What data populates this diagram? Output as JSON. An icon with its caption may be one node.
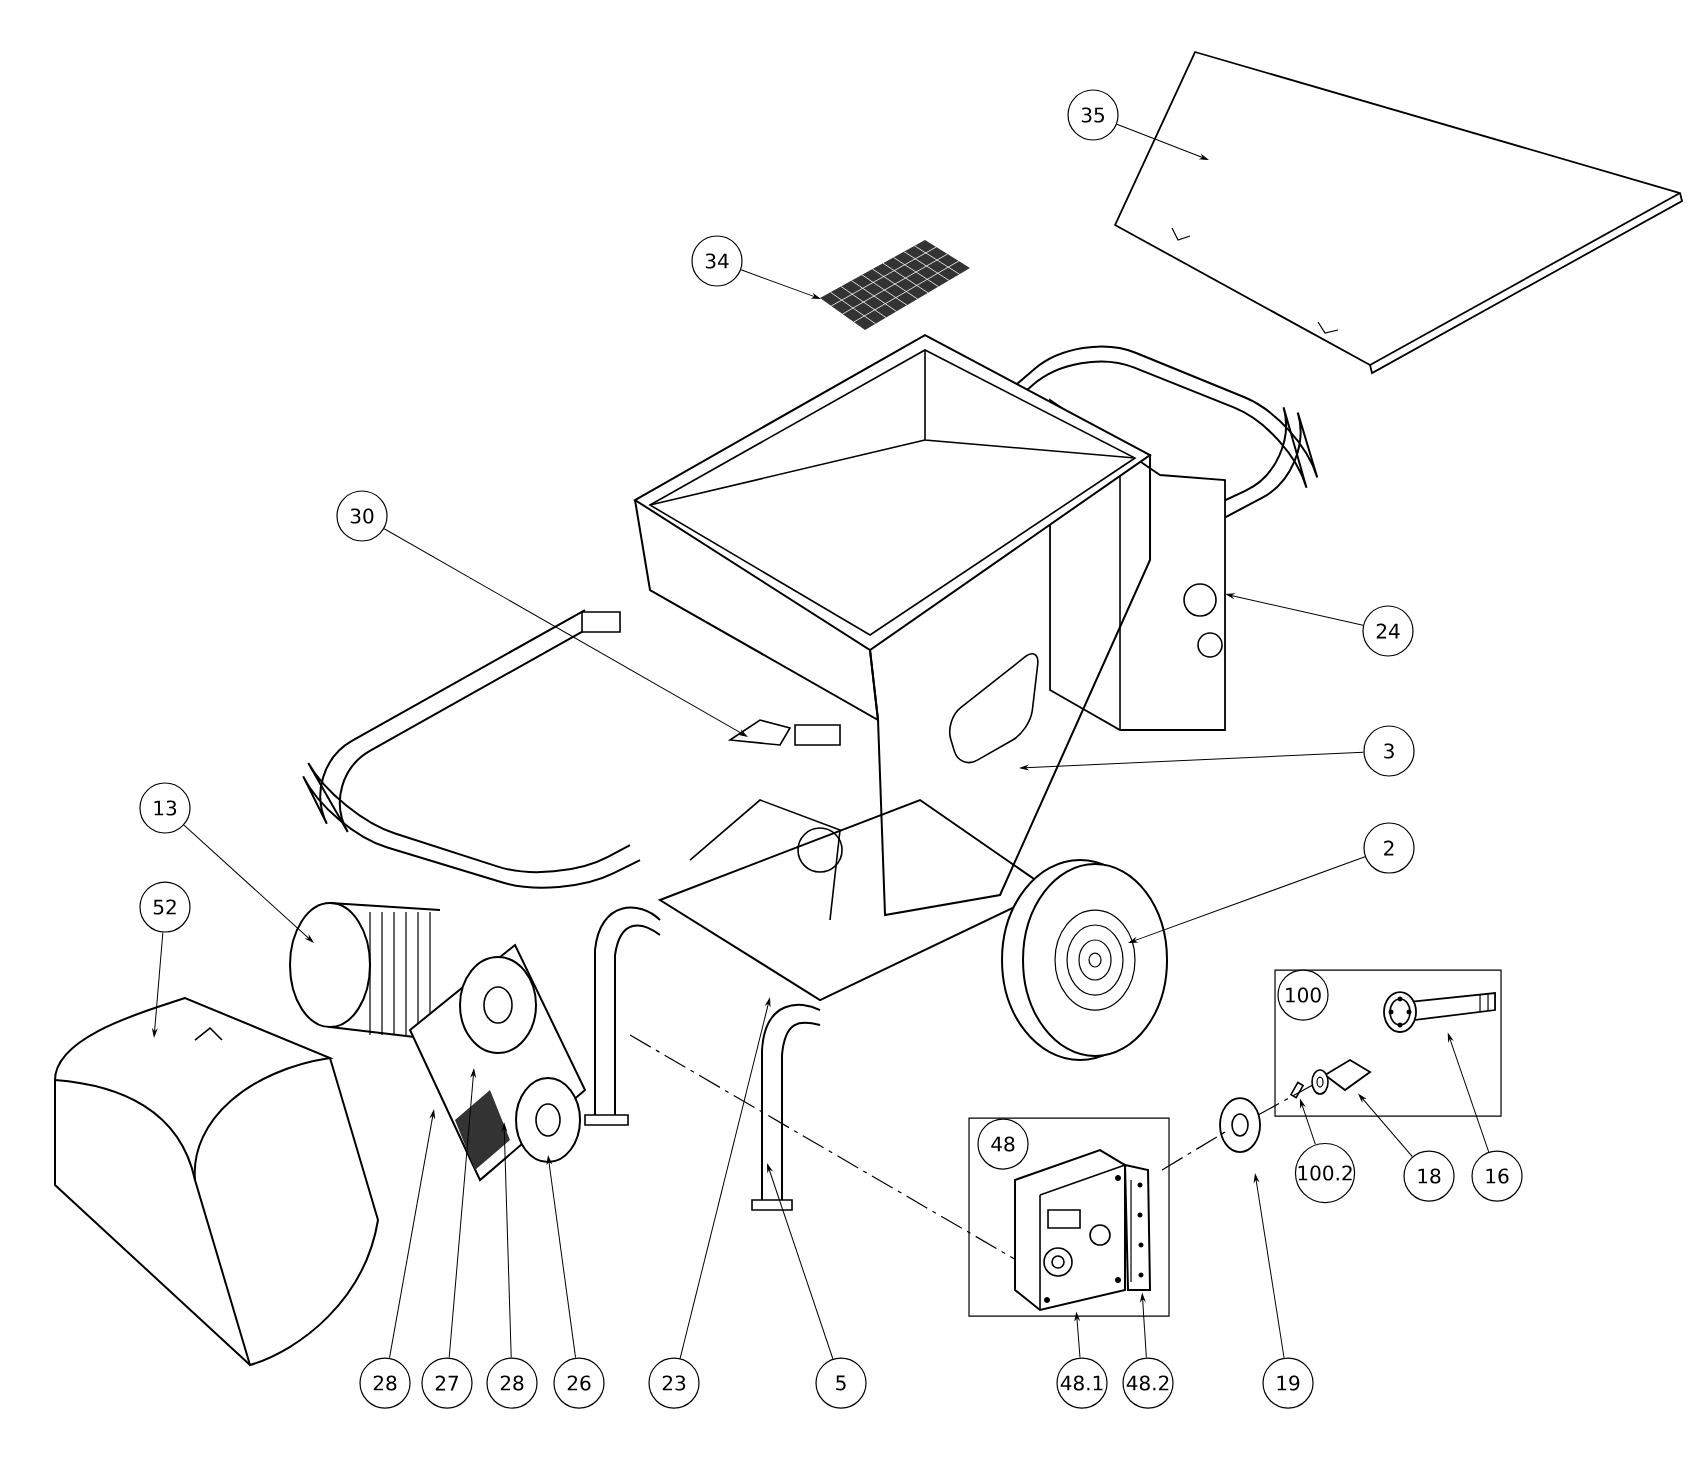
{
  "diagram": {
    "nodes": [
      {
        "text": [
          "35"
        ]
      },
      {
        "text": [
          "34"
        ]
      },
      {
        "text": [
          "30"
        ]
      },
      {
        "text": [
          "24"
        ]
      },
      {
        "text": [
          "3"
        ]
      },
      {
        "text": [
          "13"
        ]
      },
      {
        "text": [
          "2"
        ]
      },
      {
        "text": [
          "52"
        ]
      },
      {
        "text": [],
        "shape": "box"
      },
      {
        "text": [
          "100"
        ],
        "in": 8
      },
      {
        "text": [],
        "shape": "box"
      },
      {
        "text": [
          "48"
        ],
        "in": 10
      },
      {
        "text": [
          "100.2"
        ]
      },
      {
        "text": [
          "18"
        ]
      },
      {
        "text": [
          "16"
        ]
      },
      {
        "text": [
          "28"
        ]
      },
      {
        "text": [
          "27"
        ]
      },
      {
        "text": [
          "28"
        ]
      },
      {
        "text": [
          "26"
        ]
      },
      {
        "text": [
          "23"
        ]
      },
      {
        "text": [
          "5"
        ]
      },
      {
        "text": [
          "48.1"
        ]
      },
      {
        "text": [
          "48.2"
        ]
      },
      {
        "text": [
          "19"
        ]
      },
      {
        "text": [],
        "shape": "picture",
        "in": 8
      },
      {
        "text": [],
        "shape": "picture",
        "in": 8
      },
      {
        "text": [],
        "shape": "picture",
        "in": 8
      },
      {
        "text": [],
        "shape": "picture",
        "in": 10
      },
      {
        "text": [],
        "shape": "picture",
        "in": 10
      }
    ],
    "edges": [
      {
        "from": 0,
        "to": null,
        "arrow": "to"
      },
      {
        "from": 1,
        "to": null,
        "arrow": "to"
      },
      {
        "from": 2,
        "to": null,
        "arrow": "to"
      },
      {
        "from": 3,
        "to": null,
        "arrow": "to"
      },
      {
        "from": 4,
        "to": null,
        "arrow": "to"
      },
      {
        "from": 5,
        "to": null,
        "arrow": "to"
      },
      {
        "from": 6,
        "to": null,
        "arrow": "to"
      },
      {
        "from": 7,
        "to": null,
        "arrow": "to"
      },
      {
        "from": 12,
        "to": 24,
        "arrow": "to"
      },
      {
        "from": 13,
        "to": 25,
        "arrow": "to"
      },
      {
        "from": 14,
        "to": 26,
        "arrow": "to"
      },
      {
        "from": 15,
        "to": null,
        "arrow": "to"
      },
      {
        "from": 16,
        "to": null,
        "arrow": "to"
      },
      {
        "from": 17,
        "to": null,
        "arrow": "to"
      },
      {
        "from": 18,
        "to": null,
        "arrow": "to"
      },
      {
        "from": 19,
        "to": null,
        "arrow": "to"
      },
      {
        "from": 20,
        "to": null,
        "arrow": "to"
      },
      {
        "from": 21,
        "to": 27,
        "arrow": "to"
      },
      {
        "from": 22,
        "to": 28,
        "arrow": "to"
      },
      {
        "from": 23,
        "to": null,
        "arrow": "to"
      }
    ]
  }
}
